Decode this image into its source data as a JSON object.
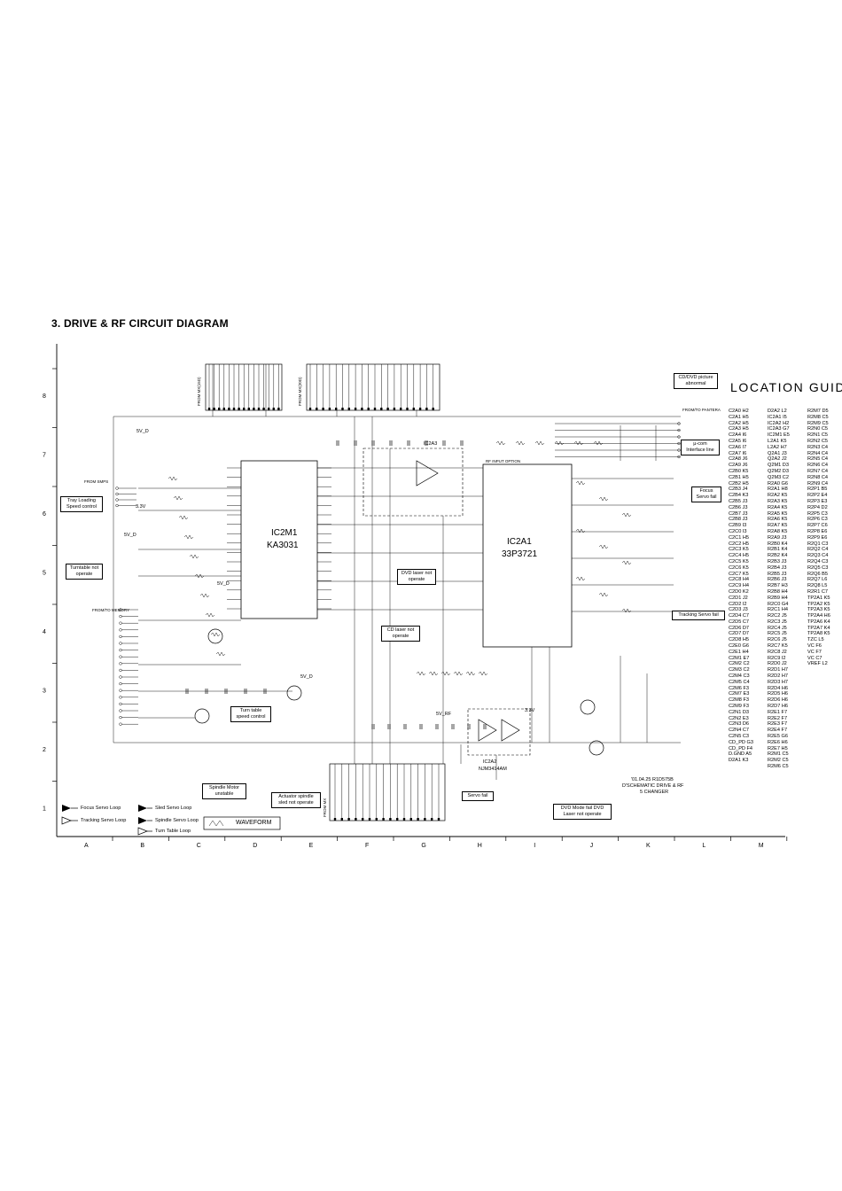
{
  "page": {
    "title": "3. DRIVE & RF CIRCUIT DIAGRAM"
  },
  "chips": {
    "ic2m1_ref": "IC2M1",
    "ic2m1_part": "KA3031",
    "ic2a1_ref": "IC2A1",
    "ic2a1_part": "33P3721",
    "ic2a3_ref": "IC2A3",
    "ic2a2_ref": "IC2A2",
    "ic2a2_part": "NJM3414AM"
  },
  "connectors": {
    "mx_top_left": "FROM MX(15D)",
    "mx_top_right": "FROM MX(20D)",
    "from_smps": "FROM SMPS",
    "from_to_memory": "FROM/TO MEMORY",
    "from_to_pantera": "FROM/TO PANTERA",
    "from_mx_bottom": "FROM MX",
    "rf_input_option": "RF INPUT OPTION"
  },
  "rails": {
    "v5_a": "5V_D",
    "v5_b": "5V_D",
    "v5_c": "5V_D",
    "v5_d": "5V_D",
    "v3_a": "3.3V",
    "v3_b": "3.3V",
    "v5rf": "5V_RF"
  },
  "notes": {
    "cd_dvd_picture": "CD/DVD picture abnormal",
    "ucom_interface": "µ-com Interface line",
    "focus_servo_fail": "Focus Servo fail",
    "tracking_servo_fail": "Tracking Servo fail",
    "tray_loading": "Tray Loading Speed control",
    "turntable_not_operate": "Turntable not operate",
    "dvd_laser_not_operate": "DVD laser not operate",
    "cd_laser_not_operate": "CD laser not operate",
    "turn_table_speed": "Turn table speed control",
    "spindle_motor_unstable": "Spindle Motor unstable",
    "actuator_spindle_sled": "Actuator spindle sled not operate",
    "servo_fail": "Servo fail",
    "dvd_mode_fail": "DVD Mode fail DVD Laser not operate"
  },
  "revision": {
    "line1": "'01.04.25 R1D575B",
    "line2": "D'SCHEMATIC DRIVE & RF",
    "line3": "5 CHANGER"
  },
  "grid": {
    "cols": [
      "A",
      "B",
      "C",
      "D",
      "E",
      "F",
      "G",
      "H",
      "I",
      "J",
      "K",
      "L",
      "M"
    ],
    "rows": [
      "8",
      "7",
      "6",
      "5",
      "4",
      "3",
      "2",
      "1"
    ]
  },
  "legend": {
    "focus": "Focus Servo Loop",
    "sled": "Sled Servo Loop",
    "tracking": "Tracking Servo Loop",
    "spindle": "Spindle Servo Loop",
    "turntable": "Turn Table Loop",
    "waveform": "WAVEFORM"
  },
  "location_guide": {
    "title": "LOCATION GUIDE",
    "columns": [
      [
        "C2A0 H2",
        "C2A1 H5",
        "C2A2 H5",
        "C2A3 H5",
        "C2A4 I6",
        "C2A5 I6",
        "C2A6 I7",
        "C2A7 I6",
        "C2A8 J6",
        "C2A9 J6",
        "C2B0 K5",
        "C2B1 H5",
        "C2B2 H5",
        "C2B3 J4",
        "C2B4 K3",
        "C2B5 J3",
        "C2B6 J3",
        "C2B7 J3",
        "C2B8 J3",
        "C2B9 I3",
        "C2C0 I3",
        "C2C1 H5",
        "C2C2 H5",
        "C2C3 K5",
        "C2C4 H5",
        "C2C5 K5",
        "C2C6 K5",
        "C2C7 K5",
        "C2C8 H4",
        "C2C9 H4",
        "C2D0 K2",
        "C2D1 J2",
        "C2D2 I2",
        "C2D3 J3",
        "C2D4 C7",
        "C2D5 C7",
        "C2D6 D7",
        "C2D7 D7",
        "C2D8 H5",
        "C2E0 G6",
        "C2E1 H4",
        "C2M1 E7",
        "C2M2 C2",
        "C2M3 C2",
        "C2M4 C3",
        "C2M5 C4",
        "C2M6 F3",
        "C2M7 E3",
        "C2M8 F3",
        "C2M9 F3",
        "C2N1 D3",
        "C2N2 E3",
        "C2N3 D6",
        "C2N4 C7",
        "C2N5 C3",
        "CD_PD G3",
        "CD_PD F4",
        "D.GND A5",
        "D2A1 K3"
      ],
      [
        "D2A2 L2",
        "IC2A1 I5",
        "IC2A2 H2",
        "IC2A3 G7",
        "IC2M1 E5",
        "L2A1 K5",
        "L2A2 H7",
        "Q2A1 J3",
        "Q2A2 J2",
        "Q2M1 D3",
        "Q2M2 D3",
        "Q2M3 C2",
        "R2A0 G6",
        "R2A1 H8",
        "R2A2 K5",
        "R2A3 K5",
        "R2A4 K5",
        "R2A5 K5",
        "R2A6 K5",
        "R2A7 K5",
        "R2A8 K5",
        "R2A9 J3",
        "R2B0 K4",
        "R2B1 K4",
        "R2B2 K4",
        "R2B3 J3",
        "R2B4 J3",
        "R2B5 J3",
        "R2B6 J3",
        "R2B7 H3",
        "R2B8 H4",
        "R2B9 H4",
        "R2C0 G4",
        "R2C1 H4",
        "R2C2 J5",
        "R2C3 J5",
        "R2C4 J5",
        "R2C5 J5",
        "R2C6 J5",
        "R2C7 K5",
        "R2C8 J2",
        "R2C9 I2",
        "R2D0 J2",
        "R2D1 H7",
        "R2D2 H7",
        "R2D3 H7",
        "R2D4 H6",
        "R2D5 H6",
        "R2D6 H6",
        "R2D7 H6",
        "R2E1 F7",
        "R2E2 F7",
        "R2E3 F7",
        "R2E4 F7",
        "R2E5 G6",
        "R2E6 H6",
        "R2E7 H5",
        "R2M1 C5",
        "R2M2 C5",
        "R2M6 C5"
      ],
      [
        "R2M7 D5",
        "R2M8 C5",
        "R2M9 C5",
        "R2N0 C5",
        "R2N1 C5",
        "R2N2 C5",
        "R2N3 C4",
        "R2N4 C4",
        "R2N5 C4",
        "R2N6 C4",
        "R2N7 C4",
        "R2N8 C4",
        "R2N9 C4",
        "R2P1 B5",
        "R2P2 E4",
        "R2P3 E3",
        "R2P4 D2",
        "R2P5 C3",
        "R2P6 C3",
        "R2P7 C6",
        "R2P8 E6",
        "R2P9 E6",
        "R2Q1 C3",
        "R2Q2 C4",
        "R2Q3 C4",
        "R2Q4 C3",
        "R2Q5 C3",
        "R2Q6 B5",
        "R2Q7 L6",
        "R2Q8 L5",
        "R2R1 C7",
        "TP2A1 K5",
        "TP2A2 K5",
        "TP2A3 K5",
        "TP2A4 H6",
        "TP2A6 K4",
        "TP2A7 K4",
        "TP2A8 K5",
        "TZC L5",
        "VC F6",
        "VC F7",
        "VC C7",
        "VREF L2"
      ]
    ]
  }
}
